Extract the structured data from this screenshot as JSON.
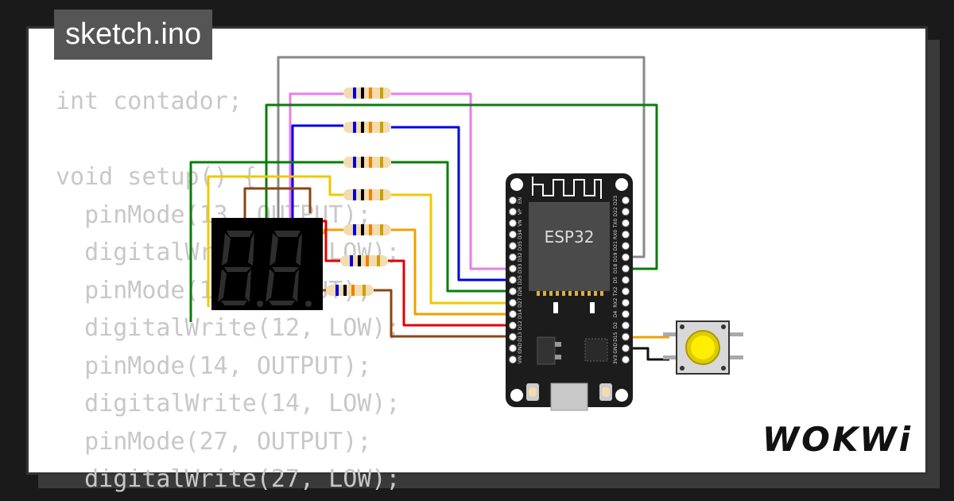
{
  "header": {
    "filename": "sketch.ino"
  },
  "code_lines": [
    "int contador;",
    "",
    "void setup() {",
    "  pinMode(13, OUTPUT);",
    "  digitalWrite(13, LOW);",
    "  pinMode(12, OUTPUT);",
    "  digitalWrite(12, LOW);",
    "  pinMode(14, OUTPUT);",
    "  digitalWrite(14, LOW);",
    "  pinMode(27, OUTPUT);",
    "  digitalWrite(27, LOW);"
  ],
  "board": {
    "chip_label": "ESP32",
    "left_pins": [
      "EN",
      "VP",
      "VN",
      "D34",
      "D35",
      "D32",
      "D33",
      "D25",
      "D26",
      "D27",
      "D14",
      "D12",
      "D13",
      "GND",
      "VIN"
    ],
    "right_pins": [
      "D23",
      "D22",
      "TX0",
      "RX0",
      "D21",
      "D19",
      "D18",
      "D5",
      "TX2",
      "RX2",
      "D4",
      "D2",
      "D15",
      "GND",
      "3V3"
    ]
  },
  "brand": {
    "text": "WOKWi"
  },
  "colors": {
    "background": "#1a1a1a",
    "card": "#ffffff",
    "wire_gray": "#888888",
    "wire_violet": "#e87de8",
    "wire_green": "#0a7d0a",
    "wire_blue": "#0000dd",
    "wire_yellow": "#f0c800",
    "wire_orange": "#f0a000",
    "wire_red": "#e00000",
    "wire_brown": "#8b4513",
    "button_cap": "#ffee00"
  }
}
